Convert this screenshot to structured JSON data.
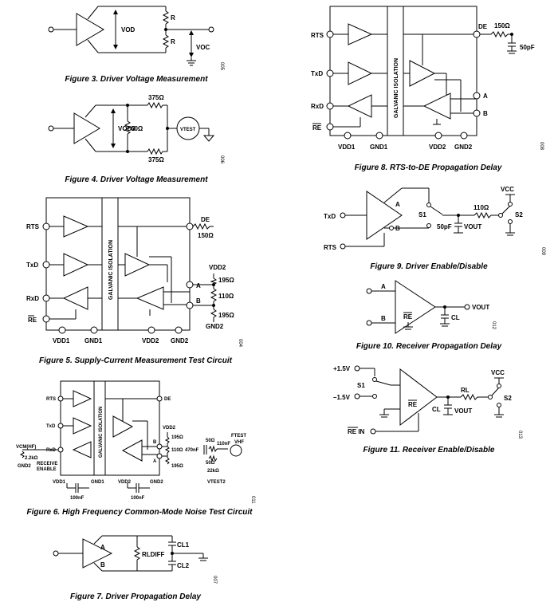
{
  "figures": {
    "fig3": {
      "caption": "Figure 3. Driver Voltage Measurement",
      "code": "005",
      "labels": {
        "vod": "VOD",
        "r_top": "R",
        "r_bot": "R",
        "voc": "VOC"
      }
    },
    "fig4": {
      "caption": "Figure 4. Driver Voltage Measurement",
      "code": "006",
      "labels": {
        "vod3": "VOD3",
        "r60": "60Ω",
        "r375_top": "375Ω",
        "r375_bot": "375Ω",
        "vtest": "VTEST"
      }
    },
    "fig5": {
      "caption": "Figure 5. Supply-Current Measurement Test Circuit",
      "code": "004",
      "labels": {
        "rts": "RTS",
        "txd": "TxD",
        "rxd": "RxD",
        "re": "RE",
        "de": "DE",
        "r150": "150Ω",
        "vdd2": "VDD2",
        "r195_top": "195Ω",
        "a": "A",
        "b": "B",
        "r110": "110Ω",
        "r195_bot": "195Ω",
        "gnd2_right": "GND2",
        "vdd1": "VDD1",
        "gnd1": "GND1",
        "vdd2_bot": "VDD2",
        "gnd2_bot": "GND2",
        "isolation": "GALVANIC ISOLATION"
      }
    },
    "fig6": {
      "caption": "Figure 6. High Frequency Common-Mode Noise Test Circuit",
      "code": "011",
      "labels": {
        "rts": "RTS",
        "txd": "TxD",
        "rxd": "RxD",
        "de": "DE",
        "vdd2": "VDD2",
        "r195_top": "195Ω",
        "a": "A",
        "b": "B",
        "r110": "110Ω",
        "c470": "470nF",
        "r195_bot": "195Ω",
        "r50_top": "50Ω",
        "r50_bot": "50Ω",
        "c110": "110nF",
        "r22k": "22kΩ",
        "vtest2": "VTEST2",
        "ftest": "FTEST",
        "vhf": "VHF",
        "vcm": "VCM(HF)",
        "r22": "2.2kΩ",
        "gnd2_left": "GND2",
        "receive": "RECEIVE",
        "enable": "ENABLE",
        "vdd1": "VDD1",
        "gnd1": "GND1",
        "vdd2_bot": "VDD2",
        "gnd2_bot": "GND2",
        "c100a": "100nF",
        "c100b": "100nF",
        "isolation": "GALVANIC ISOLATION"
      }
    },
    "fig7": {
      "caption": "Figure 7. Driver Propagation Delay",
      "code": "007",
      "labels": {
        "a": "A",
        "b": "B",
        "rldiff": "RLDIFF",
        "cl1": "CL1",
        "cl2": "CL2"
      }
    },
    "fig8": {
      "caption": "Figure 8. RTS-to-DE Propagation Delay",
      "code": "008",
      "labels": {
        "rts": "RTS",
        "txd": "TxD",
        "rxd": "RxD",
        "re": "RE",
        "de": "DE",
        "r150": "150Ω",
        "c50": "50pF",
        "a": "A",
        "b": "B",
        "vdd1": "VDD1",
        "gnd1": "GND1",
        "vdd2": "VDD2",
        "gnd2": "GND2",
        "isolation": "GALVANIC ISOLATION"
      }
    },
    "fig9": {
      "caption": "Figure 9. Driver Enable/Disable",
      "code": "009",
      "labels": {
        "txd": "TxD",
        "rts": "RTS",
        "a": "A",
        "b": "B",
        "s1": "S1",
        "r110": "110Ω",
        "vcc": "VCC",
        "s2": "S2",
        "c50": "50pF",
        "vout": "VOUT"
      }
    },
    "fig10": {
      "caption": "Figure 10. Receiver Propagation Delay",
      "code": "012",
      "labels": {
        "a": "A",
        "b": "B",
        "re": "RE",
        "vout": "VOUT",
        "cl": "CL"
      }
    },
    "fig11": {
      "caption": "Figure 11. Receiver Enable/Disable",
      "code": "013",
      "labels": {
        "p15": "+1.5V",
        "m15": "–1.5V",
        "s1": "S1",
        "re": "RE",
        "rl": "RL",
        "vcc": "VCC",
        "s2": "S2",
        "cl": "CL",
        "vout": "VOUT",
        "re_in": "RE IN"
      }
    }
  }
}
